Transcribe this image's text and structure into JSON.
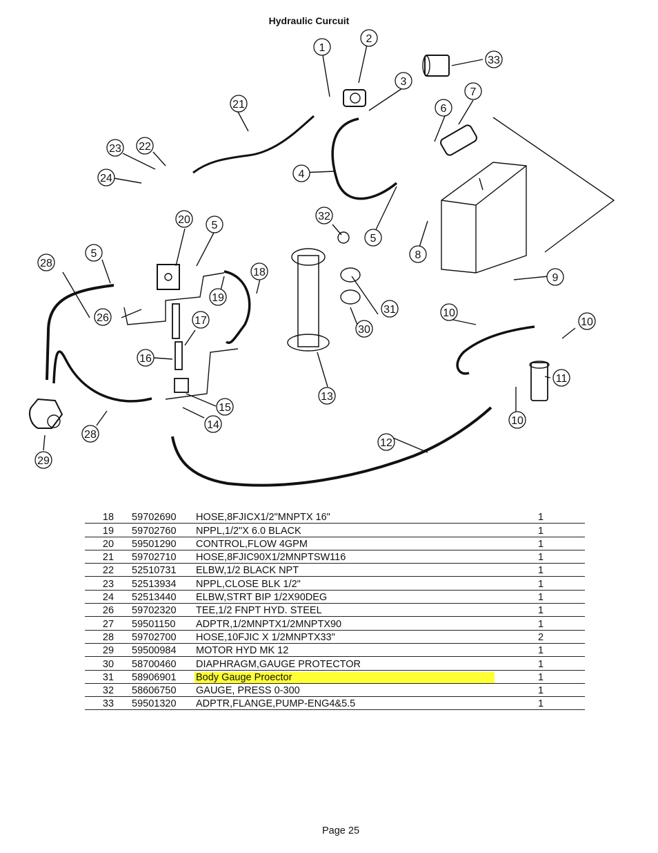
{
  "title": "Hydraulic Curcuit",
  "callouts": [
    "1",
    "2",
    "3",
    "33",
    "21",
    "6",
    "7",
    "23",
    "22",
    "24",
    "4",
    "32",
    "5",
    "20",
    "5",
    "8",
    "28",
    "5",
    "18",
    "9",
    "19",
    "26",
    "17",
    "31",
    "10",
    "10",
    "16",
    "30",
    "13",
    "11",
    "15",
    "14",
    "10",
    "12",
    "28",
    "29"
  ],
  "highlight_color": "#ffff33",
  "parts": [
    {
      "item": "18",
      "part": "59702690",
      "desc": "HOSE,8FJICX1/2\"MNPTX 16\"",
      "qty": "1",
      "highlight": false
    },
    {
      "item": "19",
      "part": "59702760",
      "desc": "NPPL,1/2\"X 6.0 BLACK",
      "qty": "1",
      "highlight": false
    },
    {
      "item": "20",
      "part": "59501290",
      "desc": "CONTROL,FLOW 4GPM",
      "qty": "1",
      "highlight": false
    },
    {
      "item": "21",
      "part": "59702710",
      "desc": "HOSE,8FJIC90X1/2MNPTSW116",
      "qty": "1",
      "highlight": false
    },
    {
      "item": "22",
      "part": "52510731",
      "desc": "ELBW,1/2 BLACK NPT",
      "qty": "1",
      "highlight": false
    },
    {
      "item": "23",
      "part": "52513934",
      "desc": "NPPL,CLOSE BLK 1/2\"",
      "qty": "1",
      "highlight": false
    },
    {
      "item": "24",
      "part": "52513440",
      "desc": "ELBW,STRT BIP 1/2X90DEG",
      "qty": "1",
      "highlight": false
    },
    {
      "item": "26",
      "part": "59702320",
      "desc": "TEE,1/2 FNPT HYD. STEEL",
      "qty": "1",
      "highlight": false
    },
    {
      "item": "27",
      "part": "59501150",
      "desc": "ADPTR,1/2MNPTX1/2MNPTX90",
      "qty": "1",
      "highlight": false
    },
    {
      "item": "28",
      "part": "59702700",
      "desc": "HOSE,10FJIC X 1/2MNPTX33\"",
      "qty": "2",
      "highlight": false
    },
    {
      "item": "29",
      "part": "59500984",
      "desc": "MOTOR HYD MK 12",
      "qty": "1",
      "highlight": false
    },
    {
      "item": "30",
      "part": "58700460",
      "desc": "DIAPHRAGM,GAUGE PROTECTOR",
      "qty": "1",
      "highlight": false
    },
    {
      "item": "31",
      "part": "58906901",
      "desc": "Body Gauge Proector",
      "qty": "1",
      "highlight": true
    },
    {
      "item": "32",
      "part": "58606750",
      "desc": "GAUGE, PRESS 0-300",
      "qty": "1",
      "highlight": false
    },
    {
      "item": "33",
      "part": "59501320",
      "desc": "ADPTR,FLANGE,PUMP-ENG4&5.5",
      "qty": "1",
      "highlight": false
    }
  ],
  "footer": "Page 25"
}
